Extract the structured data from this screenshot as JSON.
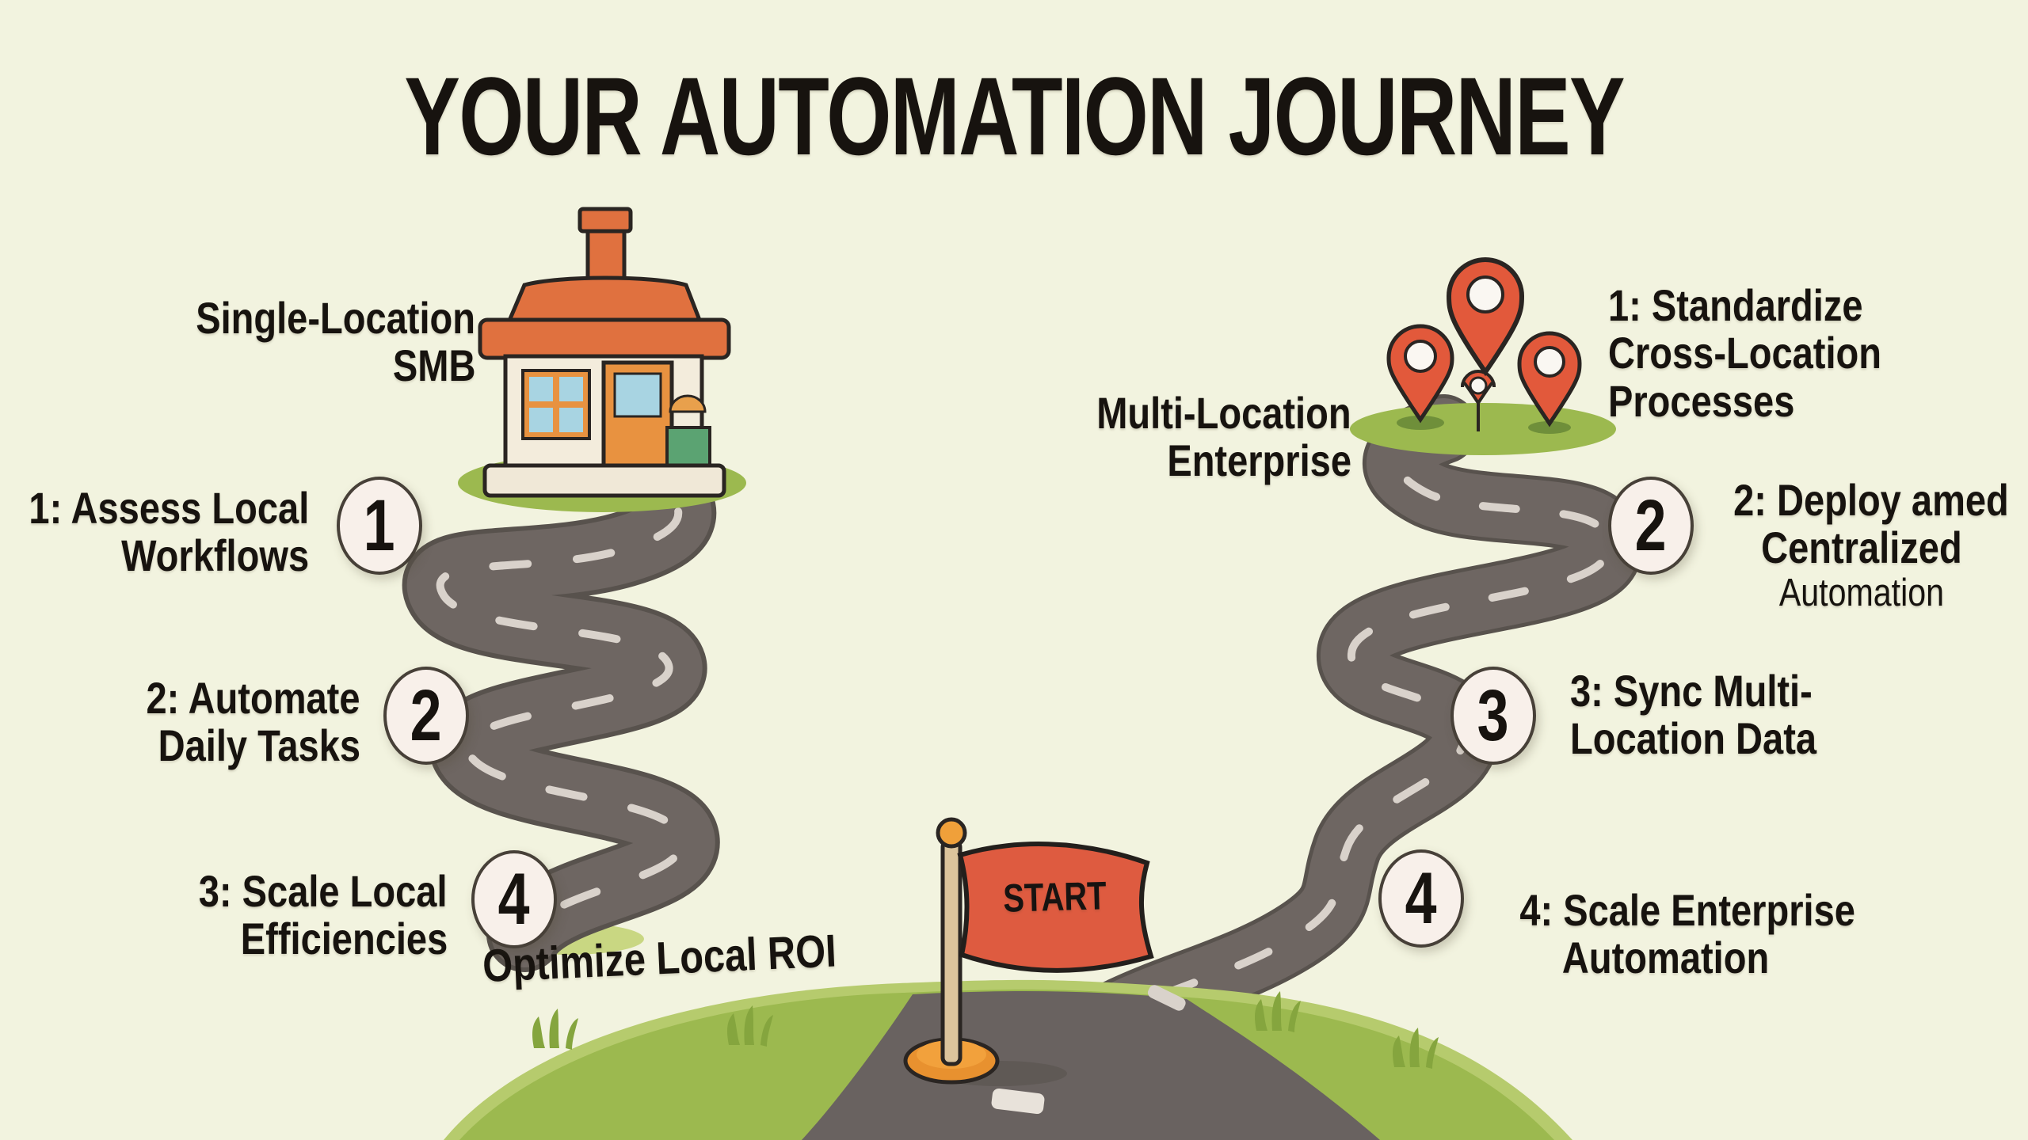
{
  "title": "YOUR AUTOMATION JOURNEY",
  "start_flag": {
    "label": "START"
  },
  "left_branch": {
    "name_lines": [
      "Single-Location",
      "SMB"
    ],
    "steps": [
      {
        "badge": "1",
        "lines": [
          "1: Assess Local",
          "Workflows"
        ]
      },
      {
        "badge": "2",
        "lines": [
          "2: Automate",
          "Daily Tasks"
        ]
      },
      {
        "badge": "4",
        "lines": [
          "3: Scale Local",
          "Efficiencies"
        ]
      }
    ],
    "footer": "Optimize Local ROI"
  },
  "right_branch": {
    "name_lines": [
      "Multi-Location",
      "Enterprise"
    ],
    "milestone_1_lines": [
      "1: Standardize",
      "Cross-Location",
      "Processes"
    ],
    "steps": [
      {
        "badge": "2",
        "lines": [
          "2: Deploy amed",
          "Centralized"
        ],
        "sub": "Automation"
      },
      {
        "badge": "3",
        "lines": [
          "3: Sync Multi-",
          "Location Data"
        ]
      },
      {
        "badge": "4",
        "lines": [
          "4: Scale Enterprise",
          "Automation"
        ]
      }
    ]
  },
  "icons": {
    "storefront": "storefront-house-icon",
    "map_pins": "map-pins-cluster-icon",
    "start_flag": "start-flag-icon",
    "road_left": "winding-road-left",
    "road_right": "winding-road-right"
  },
  "colors": {
    "background": "#f2f3df",
    "text": "#17130f",
    "road": "#6e6662",
    "road_dash": "#d9d2cb",
    "grass": "#9cb94f",
    "grass_light": "#b6cb6d",
    "pin": "#e2593b",
    "flag": "#de5b40",
    "badge_fill": "#f8f0ea",
    "house_roof": "#e0713f",
    "house_wall": "#f3ecdc",
    "door_orange": "#e89240",
    "window_blue": "#a8d4e2",
    "pole_tan": "#dcc49c",
    "knob_orange": "#f0a03a"
  }
}
